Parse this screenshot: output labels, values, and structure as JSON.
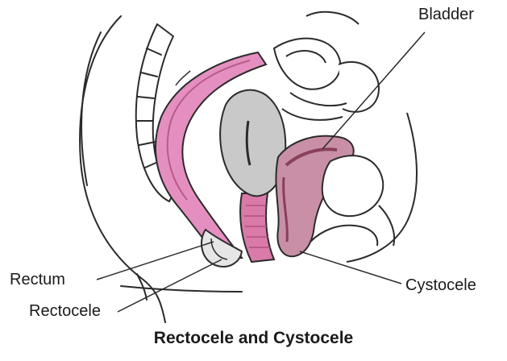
{
  "labels": {
    "bladder": "Bladder",
    "rectum": "Rectum",
    "rectocele": "Rectocele",
    "cystocele": "Cystocele"
  },
  "caption": "Rectocele and Cystocele",
  "colors": {
    "outline": "#2b2b2b",
    "rectum_pink": "#e58fc0",
    "bladder_pink": "#c88fa6",
    "bladder_dark": "#8a3f5a",
    "uterus_gray": "#c9c9c9",
    "vagina_pink": "#d97aa8",
    "bone_gray": "#e6e6e6"
  }
}
